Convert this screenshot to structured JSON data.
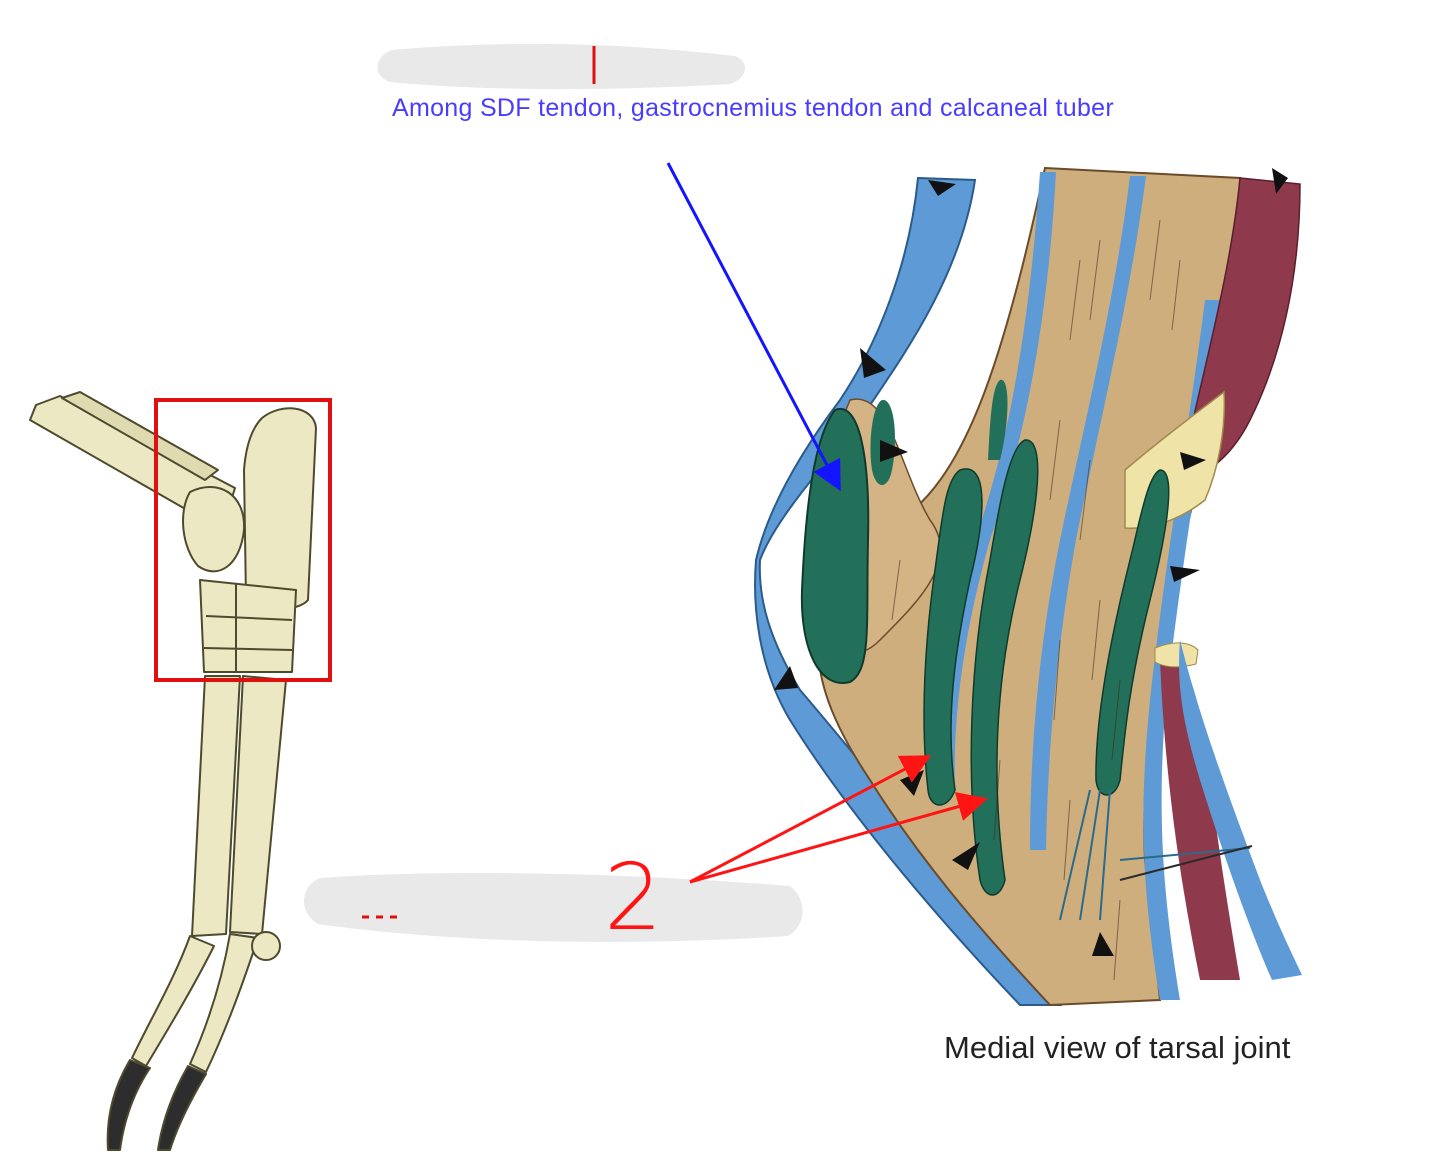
{
  "labels": {
    "top_caption": "Among SDF tendon, gastrocnemius tendon and calcaneal tuber",
    "bottom_caption": "Medial view of tarsal joint",
    "number_label": "2"
  },
  "colors": {
    "caption_blue": "#4a3cff",
    "caption_dark": "#222222",
    "arrow_blue": "#1414ff",
    "arrow_red": "#ff1414",
    "highlight_red": "#e01010",
    "bone": "#ece8c4",
    "bone_outline": "#4e4a2e",
    "fascia_blue": "#5e9ad6",
    "tissue_tan": "#cfae7e",
    "bursa_green": "#23705a",
    "muscle_red": "#8e3a4c",
    "ligament_yellow": "#f0e3a8",
    "redaction_grey": "#e9e9e9"
  },
  "icons": {
    "skeleton": "hindlimb-skeleton-illustration",
    "section": "tarsal-joint-medial-section-illustration"
  }
}
